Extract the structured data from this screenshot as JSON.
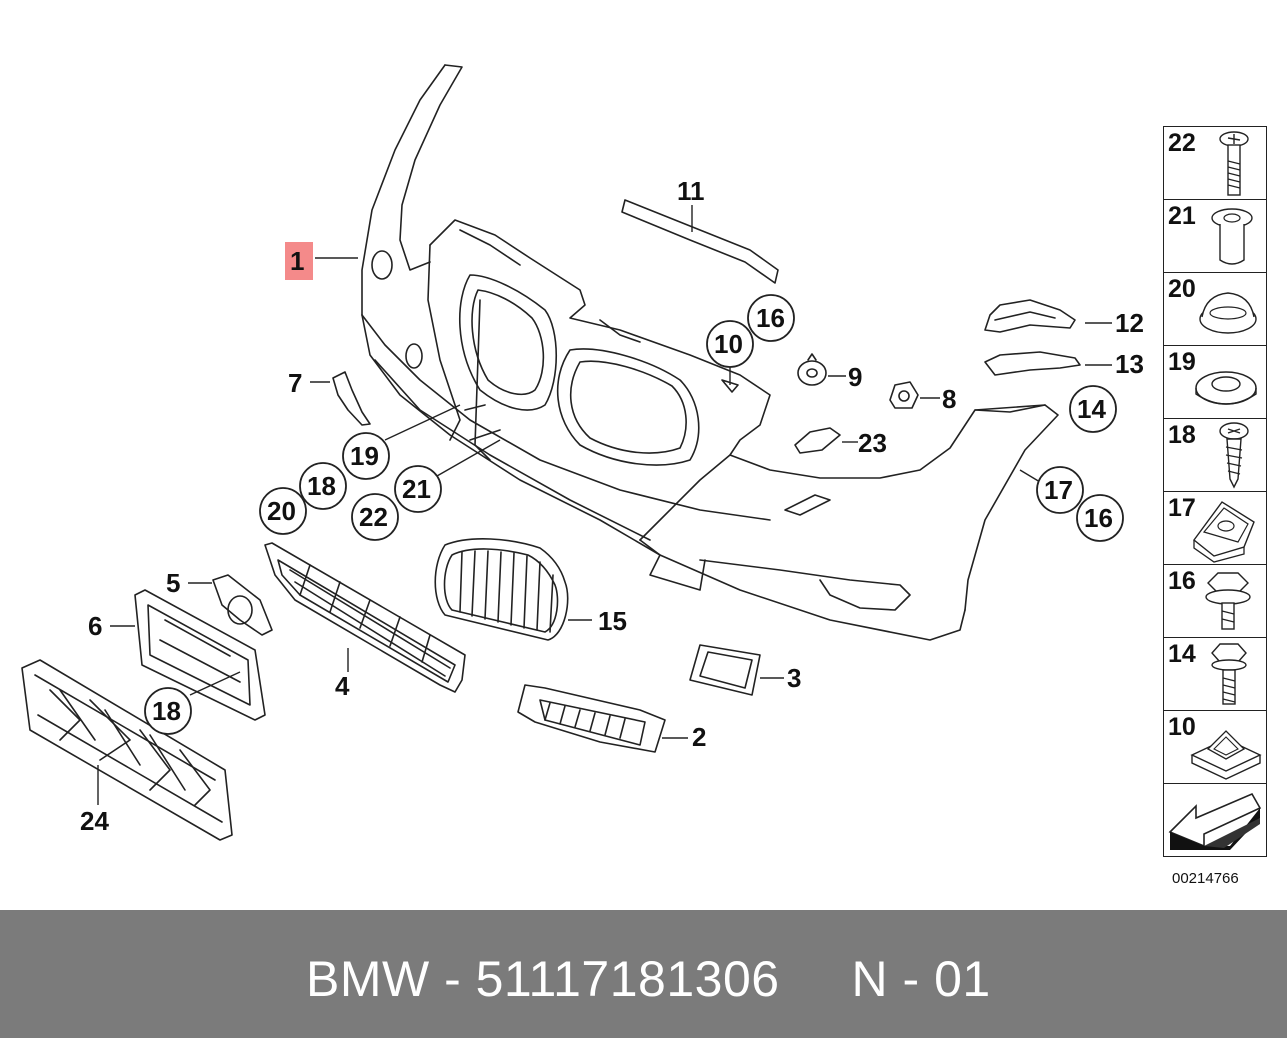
{
  "diagram": {
    "callouts": {
      "c1": "1",
      "c2": "2",
      "c3": "3",
      "c4": "4",
      "c5": "5",
      "c6": "6",
      "c7": "7",
      "c8": "8",
      "c9": "9",
      "c10": "10",
      "c11": "11",
      "c12": "12",
      "c13": "13",
      "c14": "14",
      "c15": "15",
      "c16a": "16",
      "c16b": "16",
      "c17": "17",
      "c18a": "18",
      "c18b": "18",
      "c19": "19",
      "c20": "20",
      "c21": "21",
      "c22": "22",
      "c23": "23",
      "c24": "24"
    },
    "highlight_color": "#f48a8a"
  },
  "legend": {
    "items": [
      {
        "num": "22",
        "icon": "long-bolt-icon"
      },
      {
        "num": "21",
        "icon": "sleeve-bushing-icon"
      },
      {
        "num": "20",
        "icon": "dome-cap-icon"
      },
      {
        "num": "19",
        "icon": "washer-ring-icon"
      },
      {
        "num": "18",
        "icon": "sheet-metal-screw-icon"
      },
      {
        "num": "17",
        "icon": "clip-nut-icon"
      },
      {
        "num": "16",
        "icon": "hex-collar-screw-icon"
      },
      {
        "num": "14",
        "icon": "hex-flange-screw-icon"
      },
      {
        "num": "10",
        "icon": "square-expanding-nut-icon"
      }
    ],
    "diagram_id": "00214766"
  },
  "footer": {
    "text": "BMW - 51117181306     N - 01",
    "background": "#7b7b7b"
  }
}
